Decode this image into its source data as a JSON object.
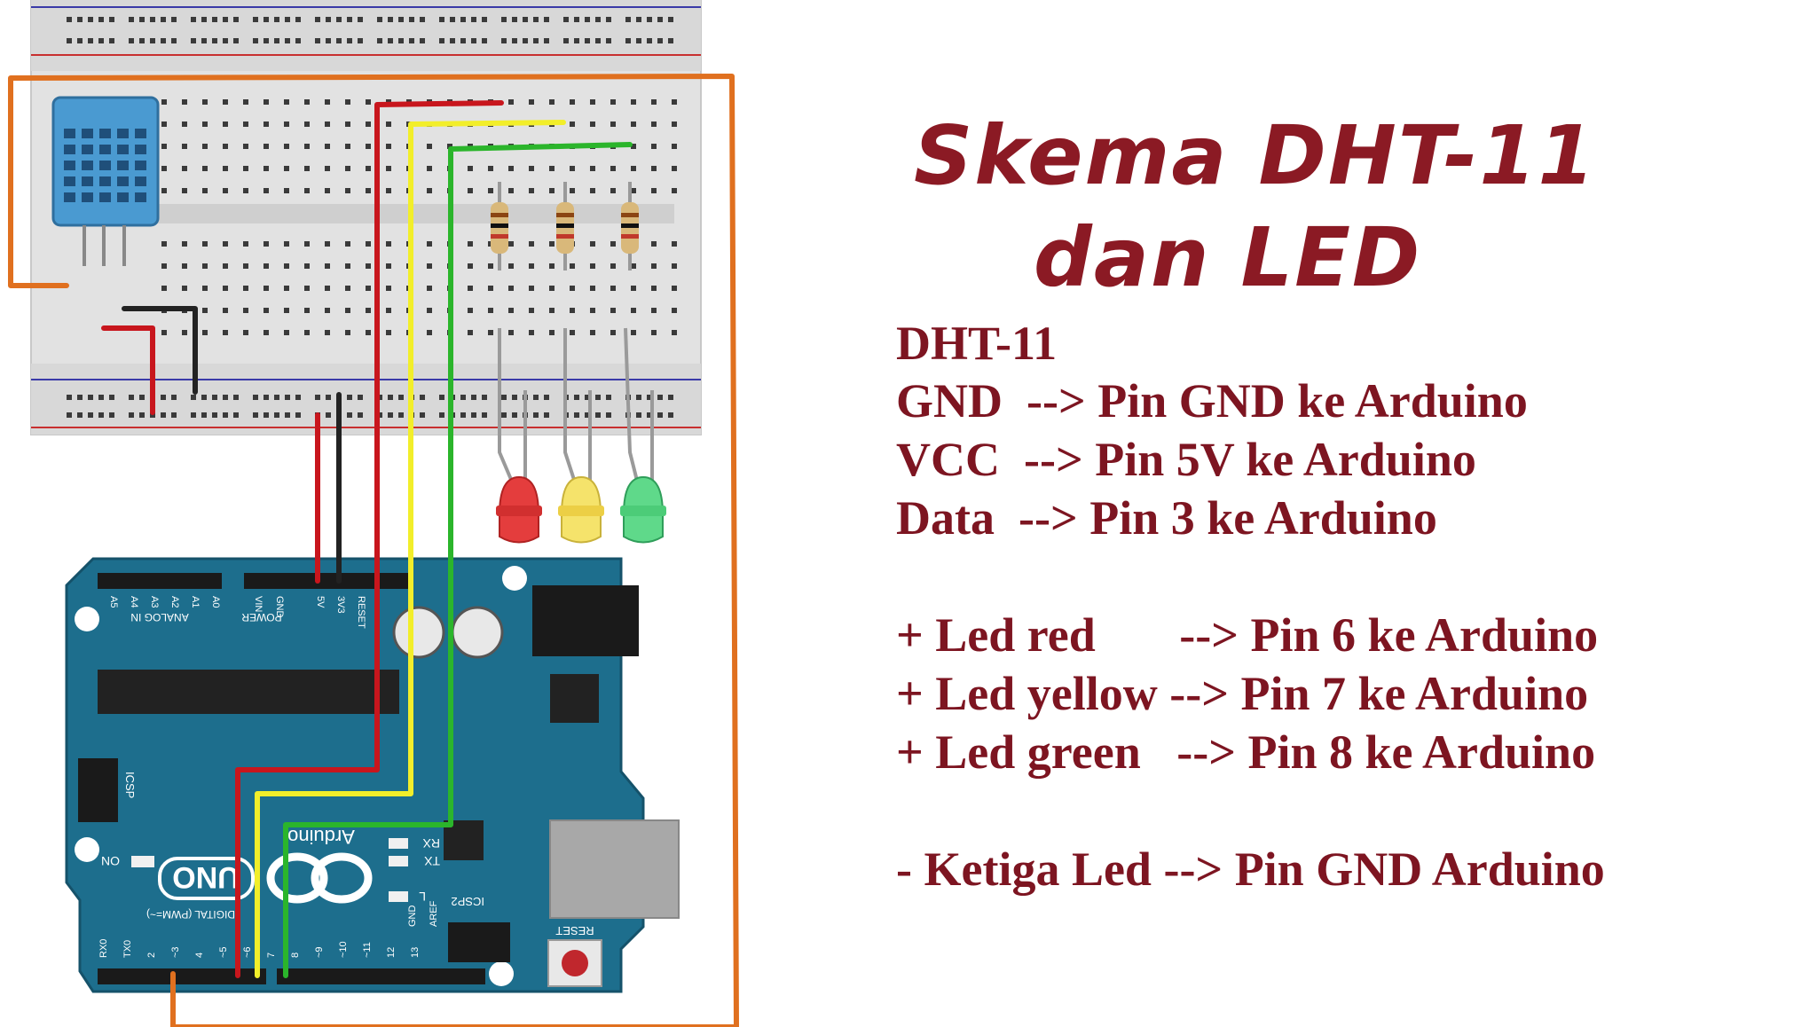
{
  "title": {
    "line1": "Skema DHT-11",
    "line2": "dan LED"
  },
  "notes": {
    "dht_heading": "DHT-11",
    "gnd": "GND  --> Pin GND ke Arduino",
    "vcc": "VCC  --> Pin 5V ke Arduino",
    "data": "Data  --> Pin 3 ke Arduino",
    "led_red": "+ Led red       --> Pin 6 ke Arduino",
    "led_yellow": "+ Led yellow --> Pin 7 ke Arduino",
    "led_green": "+ Led green   --> Pin 8 ke Arduino",
    "led_gnd": "- Ketiga Led --> Pin GND Arduino"
  },
  "board": {
    "name": "Arduino",
    "model": "UNO",
    "on_label": "ON",
    "tx_label": "TX",
    "rx_label": "RX",
    "l_label": "L",
    "reset_label": "RESET",
    "icsp_label": "ICSP",
    "icsp2_label": "ICSP2",
    "analog_label": "ANALOG IN",
    "power_label": "POWER",
    "digital_label": "DIGITAL (PWM=~)",
    "aref_label": "AREF",
    "gnd_label": "GND",
    "reset_pin_label": "RESET",
    "pin_3v3": "3V3",
    "pin_5v": "5V",
    "pin_gnd": "GND",
    "pin_vin": "VIN",
    "analog_pins": [
      "A5",
      "A4",
      "A3",
      "A2",
      "A1",
      "A0"
    ],
    "digital_pins": [
      "RX0",
      "TX0",
      "2",
      "~3",
      "4",
      "~5",
      "~6",
      "7",
      "8",
      "~9",
      "~10",
      "~11",
      "12",
      "13"
    ]
  },
  "colors": {
    "title": "#8b1a24",
    "text": "#7d1521",
    "board": "#1d6e8d",
    "breadboard": "#dcdcdc",
    "wire_red": "#c8161d",
    "wire_yellow": "#f2ee2a",
    "wire_green": "#2bb52b",
    "wire_black": "#222222",
    "wire_orange": "#e0701f",
    "sensor": "#4a9ad1"
  }
}
